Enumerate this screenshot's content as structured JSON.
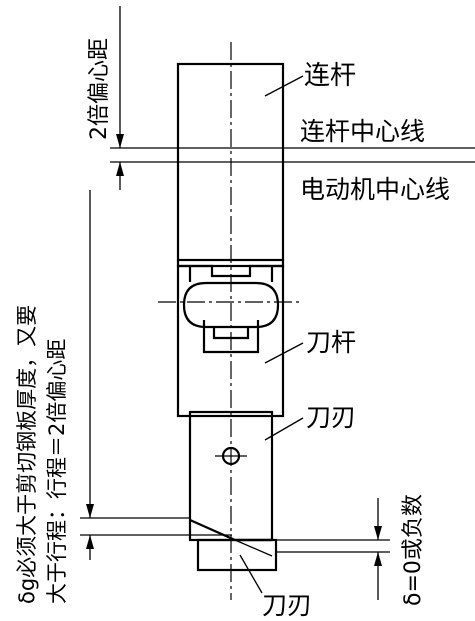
{
  "labels": {
    "connecting_rod": "连杆",
    "rod_centerline": "连杆中心线",
    "motor_centerline": "电动机中心线",
    "double_eccentric": "2倍偏心距",
    "tool_rod": "刀杆",
    "upper_blade": "刀刃",
    "lower_blade": "刀刃",
    "delta_zero": "δ=0或负数",
    "delta_g_note_line1": "δg必须大于剪切钢板厚度，又要",
    "delta_g_note_line2": "大于行程：行程＝2倍偏心距"
  }
}
